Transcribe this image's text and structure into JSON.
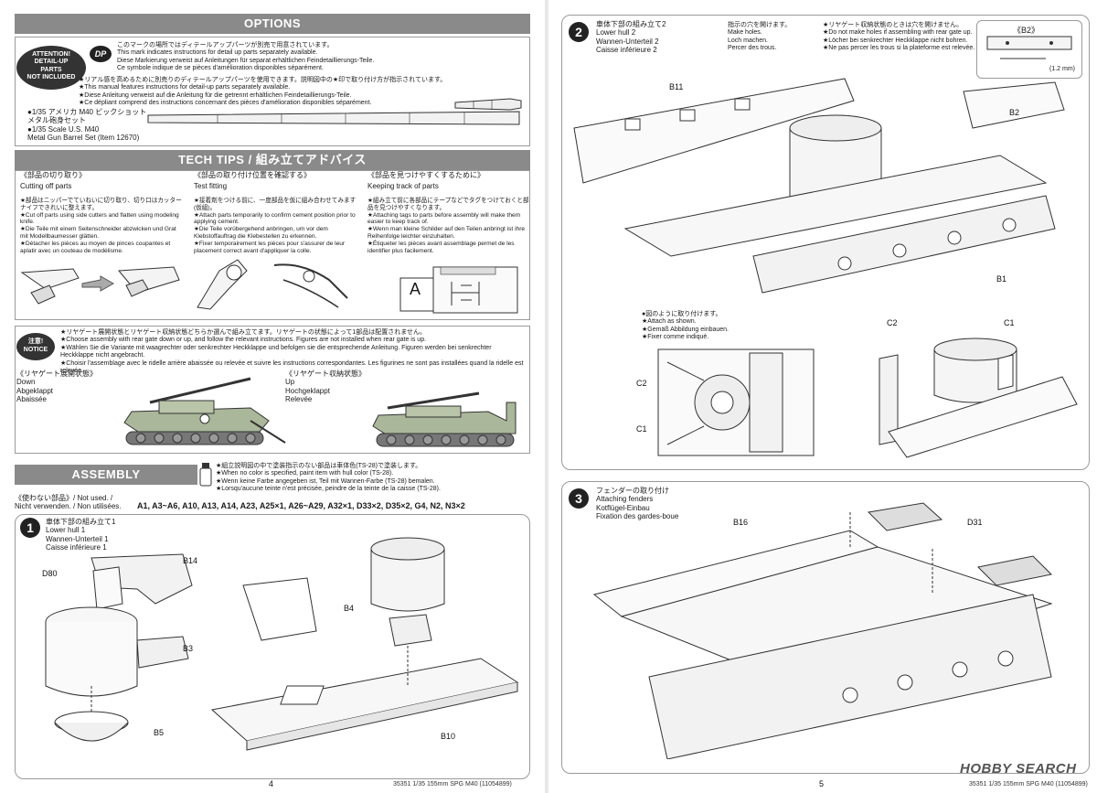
{
  "left_page": {
    "options": {
      "banner": "OPTIONS",
      "attention_badge": [
        "ATTENTION!",
        "DETAIL-UP",
        "PARTS",
        "NOT INCLUDED"
      ],
      "dp_logo": "DP",
      "lines_a": [
        "このマークの場所ではディテールアップパーツが別売で用意されています。",
        "This mark indicates instructions for detail up parts separately available.",
        "Diese Markierung verweist auf Anleitungen für separat erhältlichen Feindetaillierungs-Teile.",
        "Ce symbole indique de se pièces d'amélioration disponibles séparément."
      ],
      "lines_b": [
        "★リアル感を高めるために別売りのディテールアップパーツを使用できます。説明図中の★印で取り付け方が指示されています。",
        "★This manual features instructions for detail-up parts separately available.",
        "★Diese Anleitung verweist auf die Anleitung für die getrennt erhältlichen Feindetaillierungs-Teile.",
        "★Ce dépliant comprend des instructions concernant des pièces d'amélioration disponibles séparément."
      ],
      "product_lines": [
        "●1/35 アメリカ M40 ビックショット",
        "メタル砲身セット",
        "●1/35 Scale U.S. M40",
        "Metal Gun Barrel Set  (Item 12670)"
      ]
    },
    "tech_tips": {
      "banner": "TECH TIPS / 組み立てアドバイス",
      "columns": [
        {
          "jp": "《部品の切り取り》",
          "en": "Cutting off parts",
          "body": [
            "★部品はニッパーでていねいに切り取り、切り口はカッターナイフできれいに整えます。",
            "★Cut off parts using side cutters and flatten using modeling knife.",
            "★Die Teile mit einem Seitenschneider abzwicken und Grat mit Modellbaumesser glätten.",
            "★Détacher les pièces au moyen de pinces coupantes et aplatir avec un couteau de modélisme."
          ]
        },
        {
          "jp": "《部品の取り付け位置を確認する》",
          "en": "Test fitting",
          "body": [
            "★接着剤をつける前に、一度部品を仮に組み合わせてみます(仮組)。",
            "★Attach parts temporarily to confirm cement position prior to applying cement.",
            "★Die Teile vorübergehend anbringen, um vor dem Klebstoffauftrag die Klebestellen zu erkennen.",
            "★Fixer temporairement les pièces pour s'assurer de leur placement correct avant d'appliquer la colle."
          ]
        },
        {
          "jp": "《部品を見つけやすくするために》",
          "en": "Keeping track of parts",
          "body": [
            "★組み立て前に各部品にテープなどでタグをつけておくと部品を見つけやすくなります。",
            "★Attaching tags to parts before assembly will make them easier to keep track of.",
            "★Wenn man kleine Schilder auf den Teilen anbringt ist ihre Reihenfolge leichter einzuhalten.",
            "★Étiqueter les pièces avant assemblage permet de les identifier plus facilement."
          ]
        }
      ],
      "tag_letter": "A"
    },
    "notice": {
      "badge": [
        "注意!",
        "NOTICE"
      ],
      "lines": [
        "★リヤゲート展開状態とリヤゲート収納状態どちらか選んで組み立てます。リヤゲートの状態によって1部品は配置されません。",
        "★Choose assembly with rear gate down or up, and follow the relevant instructions. Figures are not installed when rear gate is up.",
        "★Wählen Sie die Variante mit waagrechter oder senkrechter Heckklappe und befolgen sie die entsprechende Anleitung. Figuren werden bei senkrechter Heckklappe nicht angebracht.",
        "★Choisir l'assemblage avec le ridelle arrière abaissée ou relevée et suivre les instructions correspondantes. Les figurines ne sont pas installées quand la ridelle est relevée."
      ],
      "down": [
        "《リヤゲート展開状態》",
        "Down",
        "Abgeklappt",
        "Abaissée"
      ],
      "up": [
        "《リヤゲート収納状態》",
        "Up",
        "Hochgeklappt",
        "Relevée"
      ]
    },
    "assembly": {
      "banner": "ASSEMBLY",
      "paint_note": [
        "★組立説明図の中で塗装指示のない部品は車体色(TS-28)で塗装します。",
        "★When no color is specified, paint item with hull color (TS-28).",
        "★Wenn keine Farbe angegeben ist, Teil mit Wannen-Farbe (TS-28) bemalen.",
        "★Lorsqu'aucune teinte n'est précisée, peindre de la teinte de la caisse (TS-28)."
      ],
      "not_used_label": "《使わない部品》/ Not used. /",
      "not_used_label2": "Nicht verwenden. / Non utilisées.",
      "not_used_parts": "A1, A3~A6, A10, A13, A14, A23, A25×1, A26~A29, A32×1, D33×2, D35×2, G4, N2, N3×2",
      "step1": {
        "number": "1",
        "title_jp": "車体下部の組み立て1",
        "title_en": "Lower hull 1",
        "title_de": "Wannen-Unterteil 1",
        "title_fr": "Caisse inférieure 1",
        "parts": [
          "B14",
          "D80",
          "B3",
          "B5",
          "B4",
          "B10"
        ]
      },
      "page_number": "4"
    }
  },
  "right_page": {
    "step2": {
      "number": "2",
      "title_jp": "車体下部の組み立て2",
      "title_en": "Lower hull 2",
      "title_de": "Wannen-Unterteil 2",
      "title_fr": "Caisse inférieure 2",
      "holes_note": [
        "指示の穴を開けます。",
        "Make holes.",
        "Loch machen.",
        "Percer des trous."
      ],
      "gate_note": [
        "★リヤゲート収納状態のときは穴を開けません。",
        "★Do not make holes if assembling with rear gate up.",
        "★Löcher bei senkrechter Heckklappe nicht bohren.",
        "★Ne pas percer les trous si la plateforme est relevée."
      ],
      "b2_box": "《B2》",
      "drill_size": "(1.2 mm)",
      "attach_note": [
        "●図のように取り付けます。",
        "★Attach as shown.",
        "★Gemäß Abbildung einbauen.",
        "★Fixer comme indiqué."
      ],
      "parts": [
        "B11",
        "B2",
        "B1",
        "C2",
        "C1",
        "C2",
        "C1"
      ]
    },
    "step3": {
      "number": "3",
      "title_jp": "フェンダーの取り付け",
      "title_en": "Attaching fenders",
      "title_de": "Kotflügel-Einbau",
      "title_fr": "Fixation des gardes-boue",
      "parts": [
        "B16",
        "D31"
      ]
    },
    "page_number": "5",
    "footer": "35351  1/35 155mm SPG M40 (11054899)",
    "footer_left": "35351  1/35 155mm SPG M40 (11054899)",
    "watermark": "HOBBY SEARCH"
  }
}
